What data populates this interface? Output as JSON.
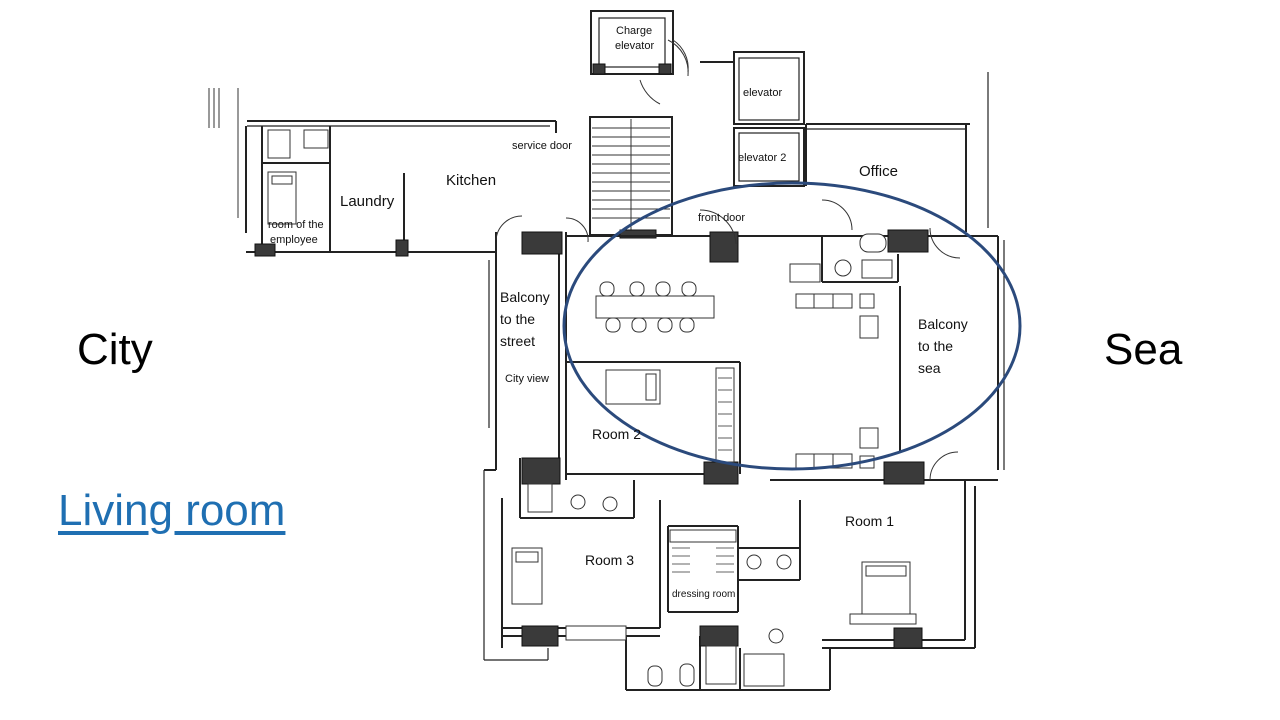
{
  "side_labels": {
    "left": "City",
    "right": "Sea"
  },
  "link": {
    "label": "Living room",
    "color": "#1f6fb2"
  },
  "highlight": {
    "color": "#2b4a7c"
  },
  "rooms": {
    "charge_elevator": [
      "Charge",
      "elevator"
    ],
    "elevator": "elevator",
    "elevator_2": "elevator 2",
    "service_door": "service door",
    "office": "Office",
    "kitchen": "Kitchen",
    "laundry": "Laundry",
    "employee_room": [
      "room of the",
      "employee"
    ],
    "front_door": "front door",
    "balcony_street": [
      "Balcony",
      "to the",
      "street"
    ],
    "city_view": "City view",
    "balcony_sea": [
      "Balcony",
      "to the",
      "sea"
    ],
    "room_2": "Room 2",
    "room_1": "Room 1",
    "room_3": "Room 3",
    "dressing_room": "dressing room"
  }
}
